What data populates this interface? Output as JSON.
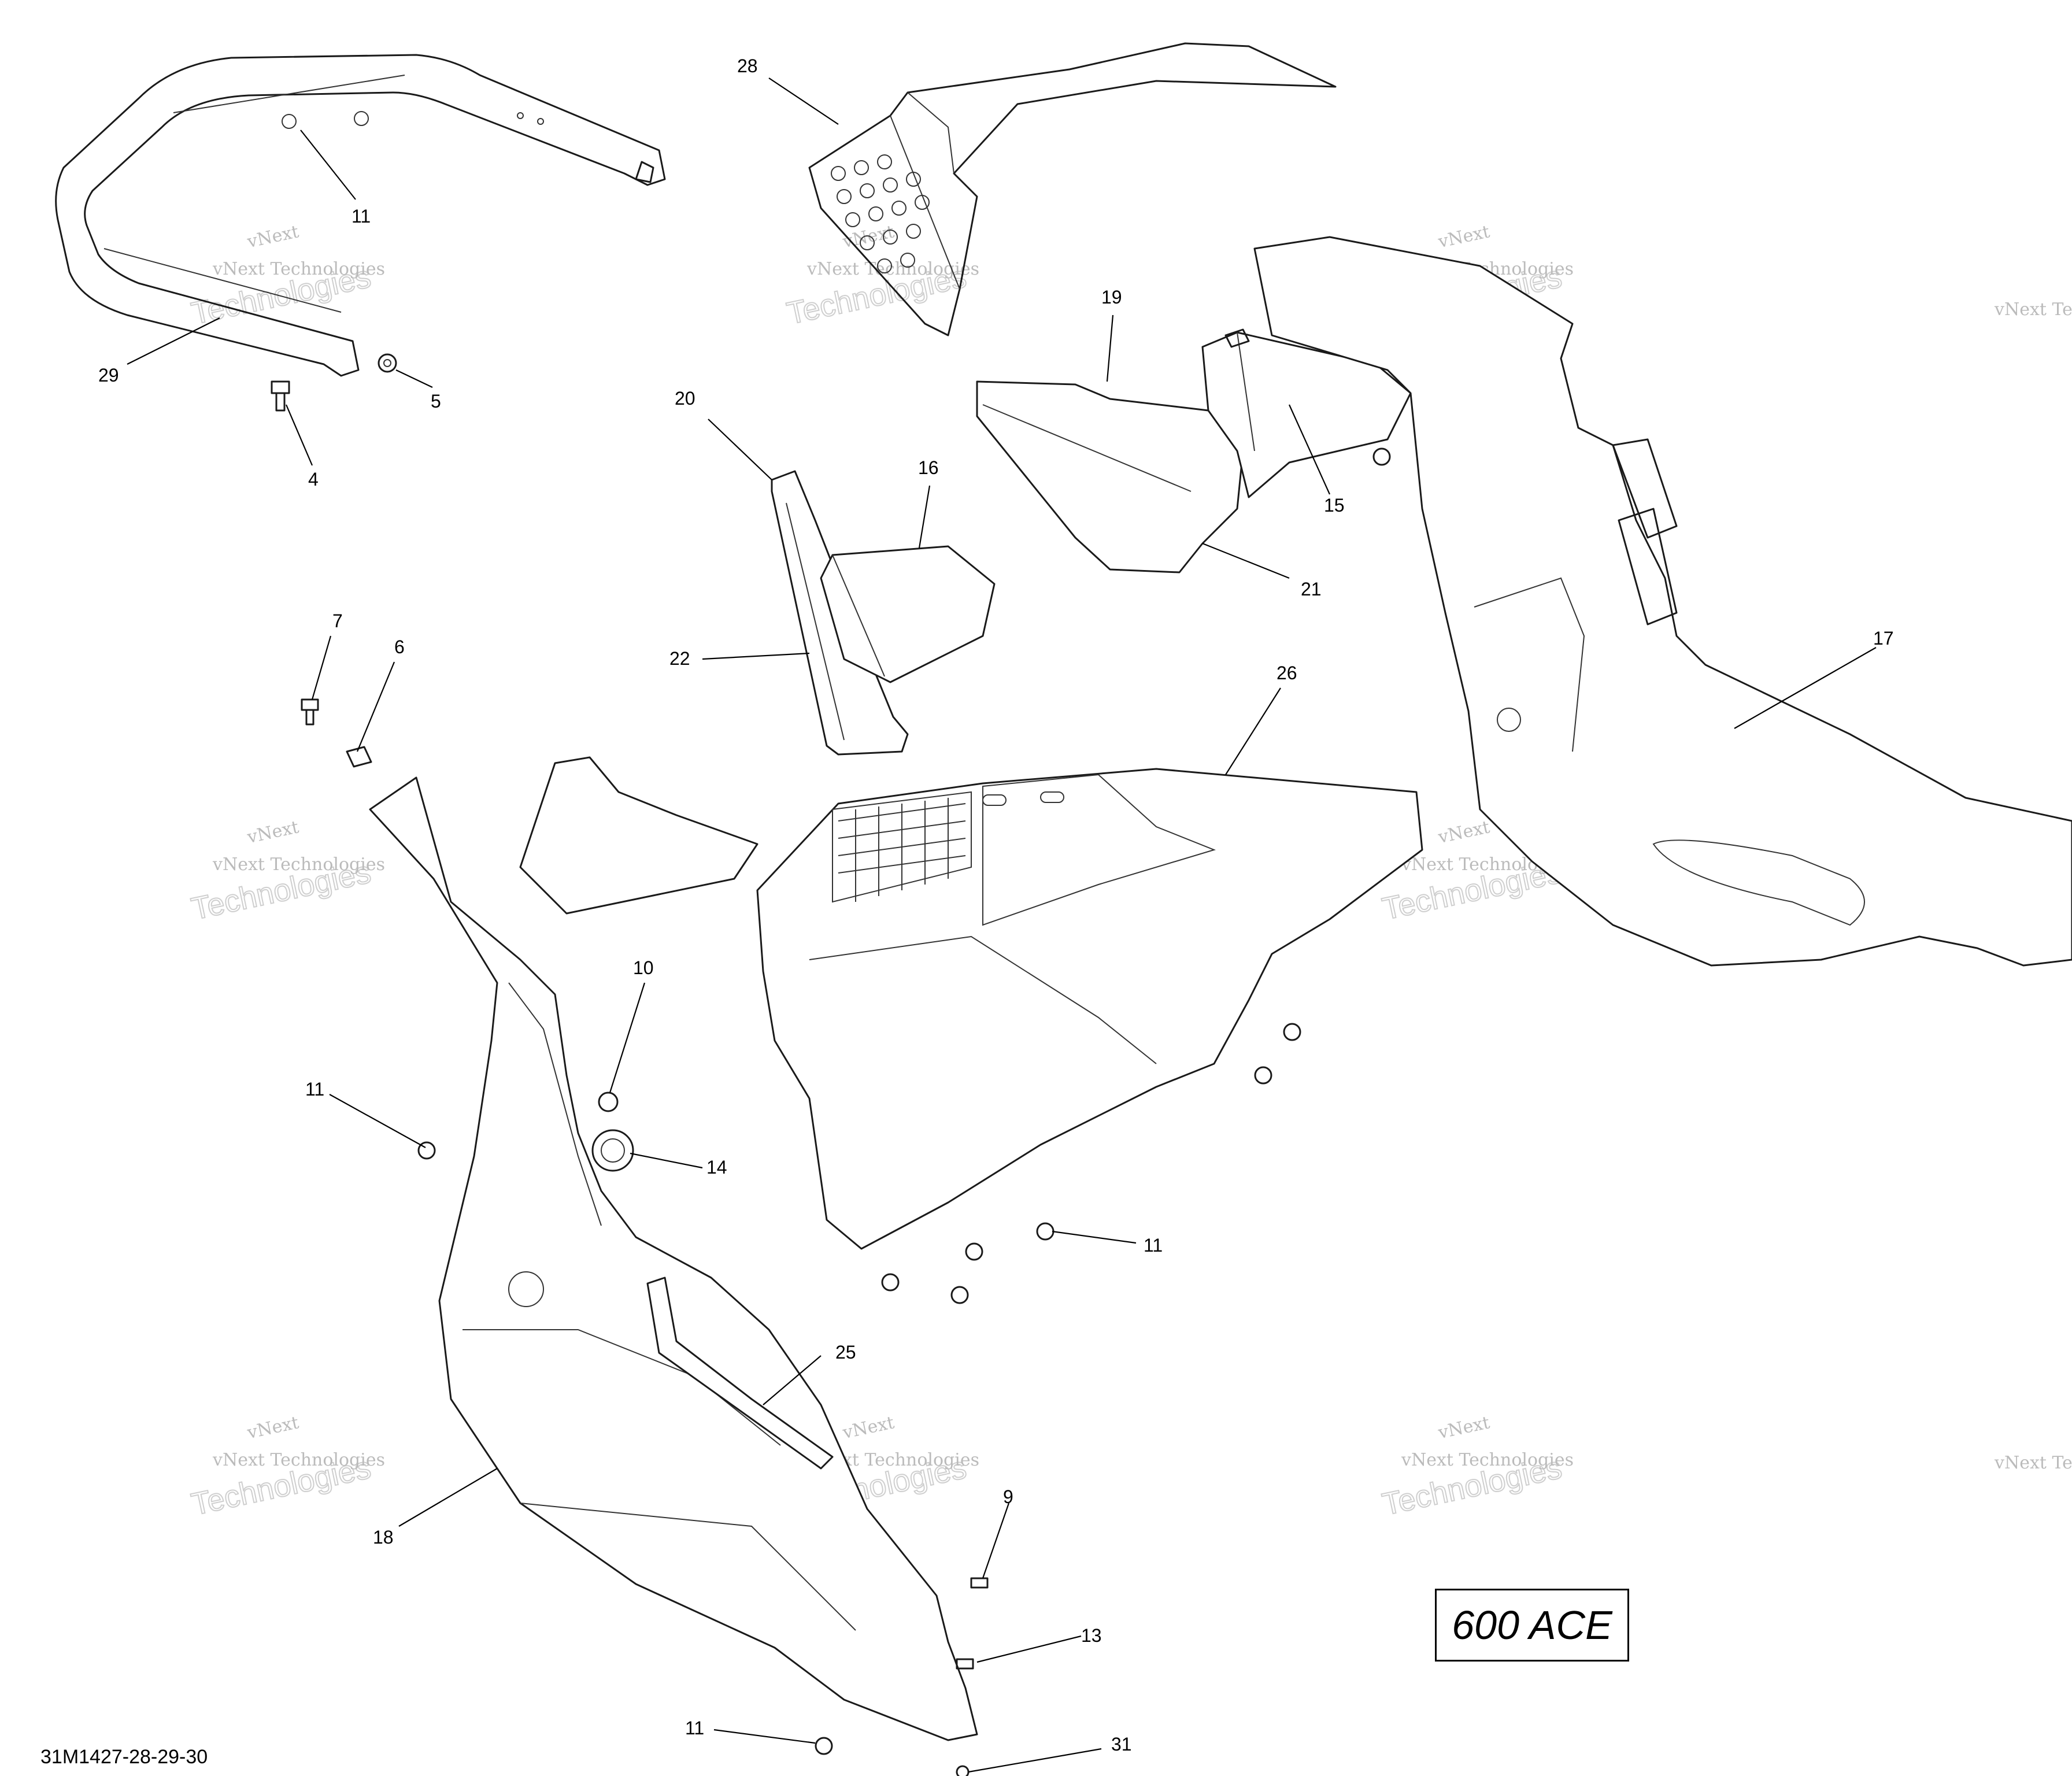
{
  "diagram": {
    "id_label": "31M1427-28-29-30",
    "model_label": "600 ACE",
    "watermark": {
      "line1": "vNext",
      "line2": "vNext Technologies",
      "line3": "Technologies"
    },
    "callouts": [
      "28",
      "11",
      "29",
      "5",
      "4",
      "20",
      "16",
      "22",
      "19",
      "15",
      "21",
      "17",
      "7",
      "6",
      "26",
      "10",
      "11",
      "14",
      "11",
      "25",
      "18",
      "9",
      "13",
      "11",
      "31"
    ]
  }
}
